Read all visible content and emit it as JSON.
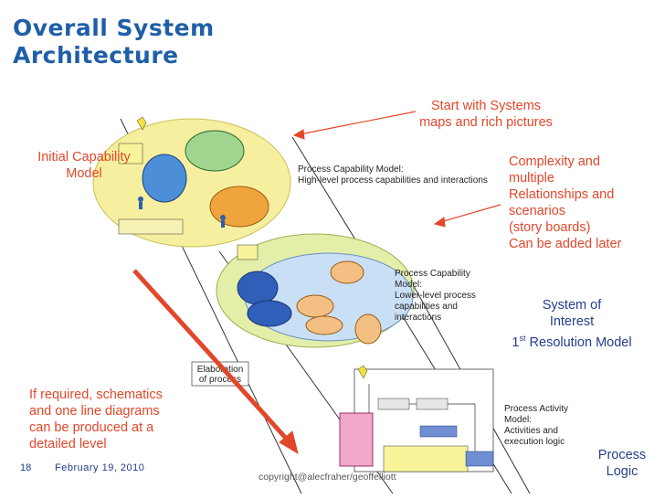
{
  "title_line1": "Overall System",
  "title_line2": "Architecture",
  "notes": {
    "start_with_line1": "Start with Systems",
    "start_with_line2": "maps and rich pictures",
    "complexity_lines": [
      "Complexity and",
      "multiple",
      "Relationships and",
      "scenarios",
      "(story boards)",
      "Can be added later"
    ],
    "initial_capability_line1": "Initial Capability",
    "initial_capability_line2": "Model",
    "system_of_interest_line1": "System of",
    "system_of_interest_line2": "Interest",
    "resolution_prefix": "1",
    "resolution_sup": "st",
    "resolution_suffix": " Resolution Model",
    "schematics_lines": [
      "If required, schematics",
      "and one line diagrams",
      "can be produced at a",
      "detailed level"
    ],
    "process_logic_line1": "Process",
    "process_logic_line2": "Logic"
  },
  "diagram": {
    "top_layer_line1": "Process Capability Model:",
    "top_layer_line2": "High-level process capabilities and interactions",
    "middle_layer_lines": [
      "Process Capability",
      "Model:",
      "Lower-level process",
      "capabilities and",
      "interactions"
    ],
    "elaboration_line1": "Elaboration",
    "elaboration_line2": "of process",
    "activity_lines": [
      "Process Activity",
      "Model:",
      "Activities and",
      "execution logic"
    ]
  },
  "footer": {
    "slide_number": "18",
    "date": "February 19, 2010",
    "copyright": "copyright@alecfraher/geoffelliott"
  },
  "colors": {
    "title": "#1f5fa8",
    "red_text": "#e2472a",
    "blue_text": "#23408e"
  }
}
